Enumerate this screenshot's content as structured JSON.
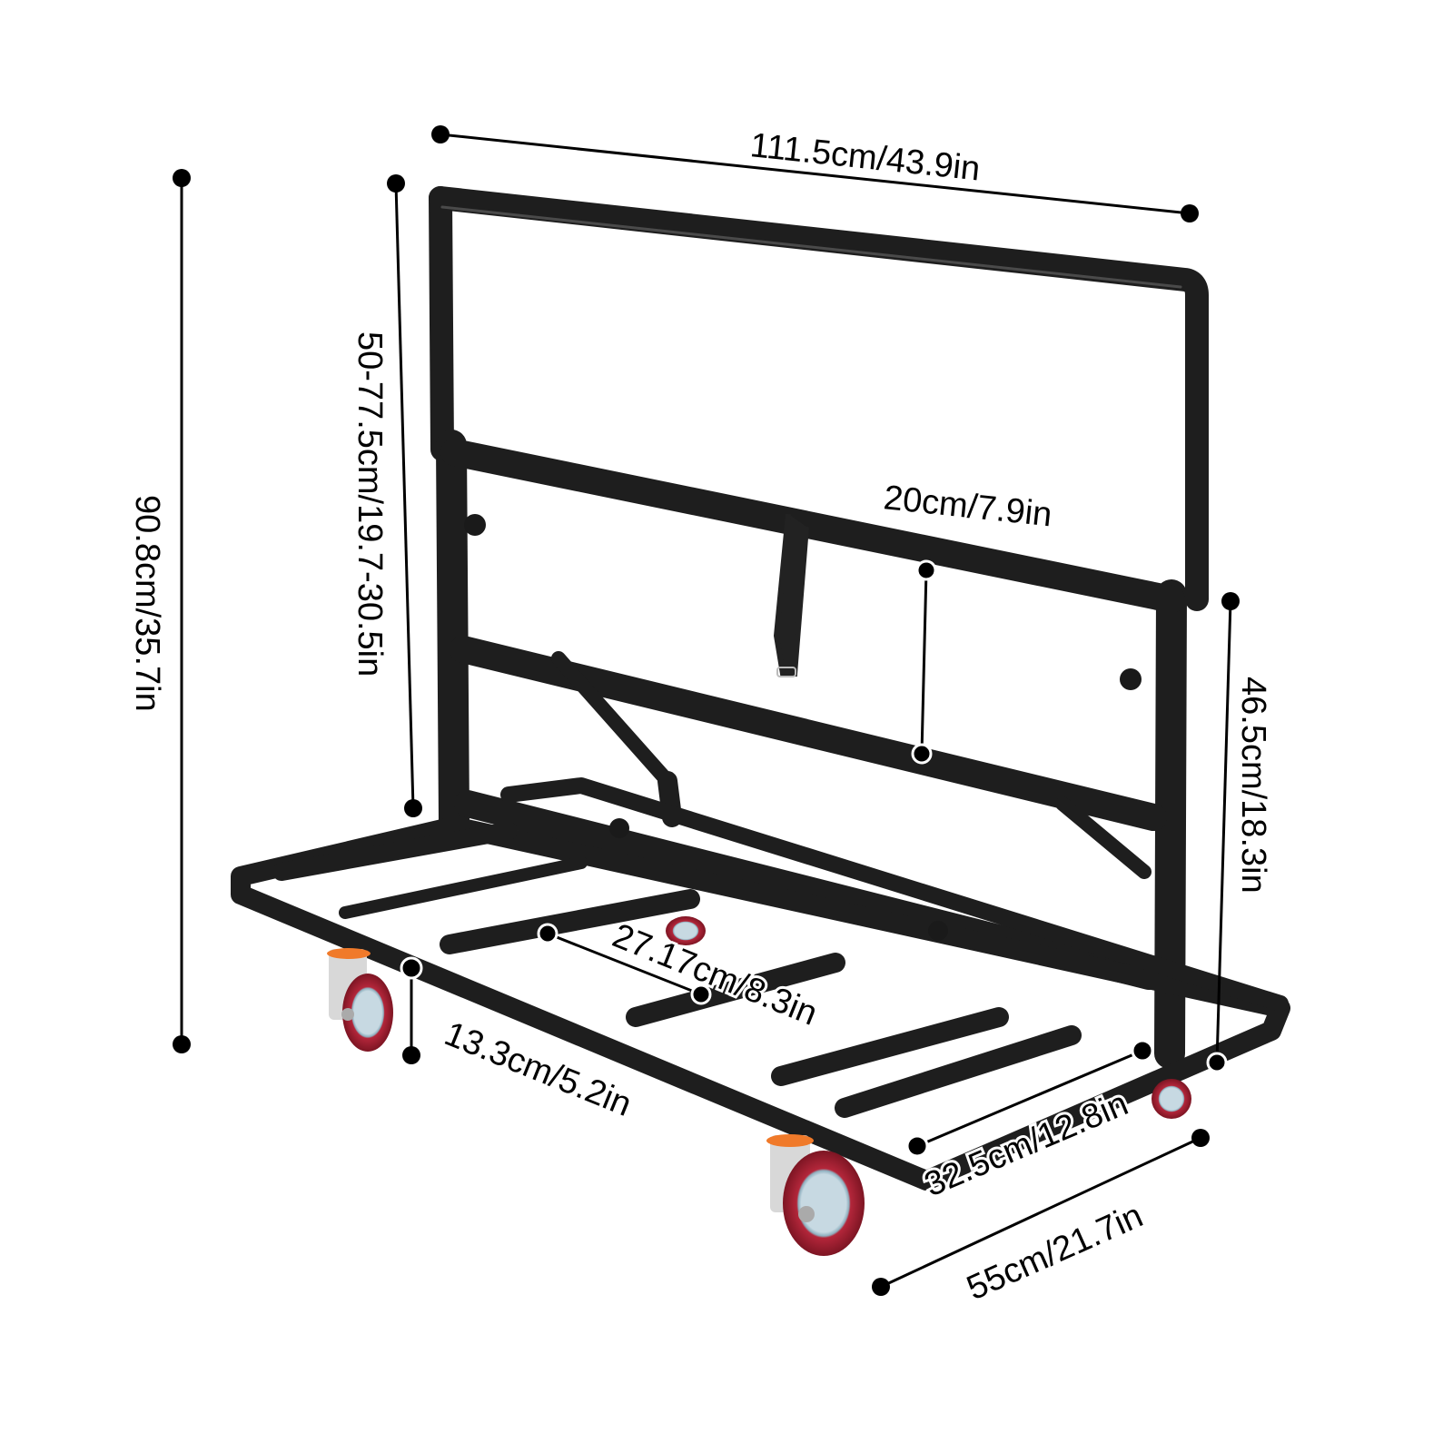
{
  "product": {
    "name": "Panel cart / table cart with casters",
    "frame_color": "#1e1e1e",
    "wheel_color": "#a3202e",
    "hub_color": "#b9d3de",
    "caster_bracket_color": "#d8d8d8",
    "caster_ring_color": "#f07a2a"
  },
  "dimensions": {
    "overall_length": {
      "label": "111.5cm/43.9in"
    },
    "overall_height": {
      "label": "90.8cm/35.7in"
    },
    "adjustable_height": {
      "label": "50-77.5cm/19.7-30.5in"
    },
    "rail_spacing": {
      "label": "20cm/7.9in"
    },
    "side_height": {
      "label": "46.5cm/18.3in"
    },
    "slot_width": {
      "label": "27.17cm/8.3in"
    },
    "caster_height": {
      "label": "13.3cm/5.2in"
    },
    "inner_depth": {
      "label": "32.5cm/12.8in"
    },
    "overall_width": {
      "label": "55cm/21.7in"
    }
  },
  "colors": {
    "line": "#000000",
    "background": "#ffffff"
  }
}
